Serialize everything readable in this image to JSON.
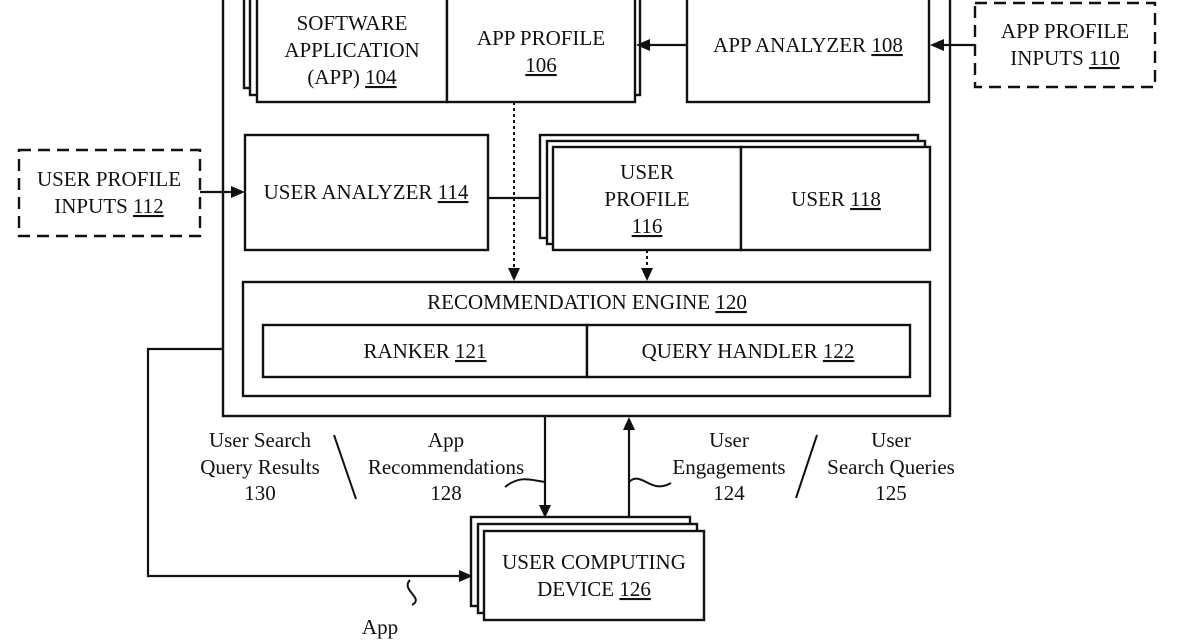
{
  "diagram": {
    "boxes": {
      "software_app": {
        "lines": [
          "SOFTWARE",
          "APPLICATION",
          "(APP) "
        ],
        "ref": "104"
      },
      "app_profile": {
        "lines": [
          "APP PROFILE"
        ],
        "ref": "106"
      },
      "app_analyzer": {
        "label": "APP ANALYZER ",
        "ref": "108"
      },
      "app_profile_inputs": {
        "lines": [
          "APP PROFILE",
          "INPUTS "
        ],
        "ref": "110"
      },
      "user_profile_inputs": {
        "lines": [
          "USER PROFILE",
          "INPUTS "
        ],
        "ref": "112"
      },
      "user_analyzer": {
        "label": "USER ANALYZER ",
        "ref": "114"
      },
      "user_profile": {
        "lines": [
          "USER",
          "PROFILE"
        ],
        "ref": "116"
      },
      "user": {
        "label": "USER ",
        "ref": "118"
      },
      "recommendation_engine": {
        "label": "RECOMMENDATION ENGINE ",
        "ref": "120"
      },
      "ranker": {
        "label": "RANKER ",
        "ref": "121"
      },
      "query_handler": {
        "label": "QUERY HANDLER ",
        "ref": "122"
      },
      "user_computing_device": {
        "lines": [
          "USER COMPUTING",
          "DEVICE "
        ],
        "ref": "126"
      }
    },
    "flow_labels": {
      "user_search_query_results": {
        "lines": [
          "User Search",
          "Query Results",
          "130"
        ]
      },
      "app_recommendations": {
        "lines": [
          "App",
          "Recommendations",
          "128"
        ]
      },
      "user_engagements": {
        "lines": [
          "User",
          "Engagements",
          "124"
        ]
      },
      "user_search_queries": {
        "lines": [
          "User",
          "Search Queries",
          "125"
        ]
      },
      "app_bottom": {
        "lines": [
          "App"
        ]
      }
    }
  }
}
